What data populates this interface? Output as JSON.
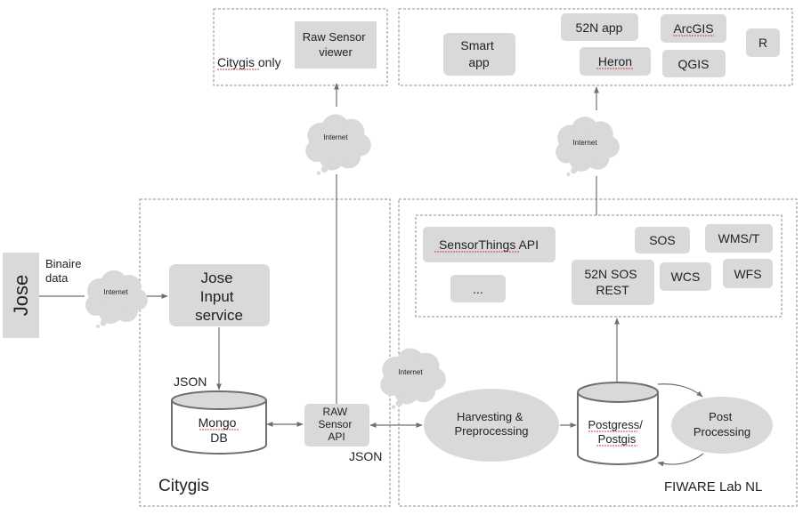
{
  "containers": {
    "citygis_only": "Citygis only",
    "citygis": "Citygis",
    "fiware": "FIWARE Lab NL"
  },
  "nodes": {
    "jose": "Jose",
    "binaire_data": [
      "Binaire",
      "data"
    ],
    "jose_input_service": [
      "Jose",
      "Input",
      "service"
    ],
    "json_input": "JSON",
    "mongo_db": [
      "Mongo",
      "DB"
    ],
    "raw_sensor_api": [
      "RAW",
      "Sensor",
      "API"
    ],
    "json_api": "JSON",
    "raw_sensor_viewer": [
      "Raw Sensor",
      "viewer"
    ],
    "harvesting": [
      "Harvesting &",
      "Preprocessing"
    ],
    "postgress": [
      "Postgress/",
      "Postgis"
    ],
    "post_processing": [
      "Post",
      "Processing"
    ],
    "internet": "Internet"
  },
  "services": {
    "sensorthings": "SensorThings API",
    "ellipsis": "...",
    "sos": "SOS",
    "wms_t": "WMS/T",
    "sos_rest": [
      "52N SOS",
      "REST"
    ],
    "wcs": "WCS",
    "wfs": "WFS"
  },
  "clients": {
    "smart_app": [
      "Smart",
      "app"
    ],
    "n52_app": "52N app",
    "arcgis": "ArcGIS",
    "r": "R",
    "heron": "Heron",
    "qgis": "QGIS"
  },
  "colors": {
    "box_fill": "#d9d9d9",
    "dashed_border": "#8c8c8c",
    "arrow": "#6f6f6f",
    "text": "#222222",
    "misspell_underline": "#d04040"
  }
}
